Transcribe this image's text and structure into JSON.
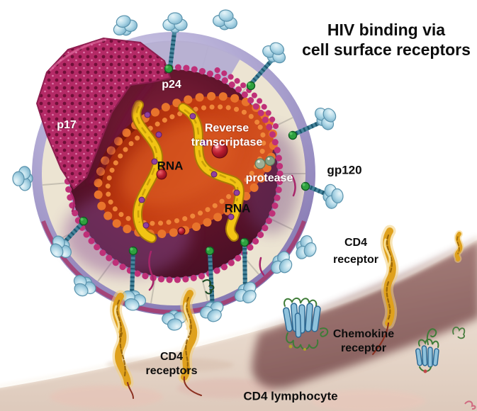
{
  "title": {
    "line1": "HIV binding via",
    "line2": "cell surface receptors"
  },
  "virus": {
    "labels": {
      "p24": "p24",
      "p17": "p17",
      "reverse_transcriptase": {
        "line1": "Reverse",
        "line2": "transcriptase"
      },
      "rna_upper": "RNA",
      "rna_lower": "RNA",
      "protease": "protease",
      "gp120": "gp120"
    }
  },
  "cell": {
    "labels": {
      "cd4_receptor": {
        "line1": "CD4",
        "line2": "receptor"
      },
      "cd4_receptors": {
        "line1": "CD4",
        "line2": "receptors"
      },
      "chemokine_receptor": {
        "line1": "Chemokine",
        "line2": "receptor"
      },
      "cd4_lymphocyte": "CD4 lymphocyte"
    }
  },
  "colors": {
    "background": "#ffffff",
    "envelope_lavender": "#a9a1cd",
    "matrix_magenta_p17": "#b42a66",
    "capsid_interior": "#5c1229",
    "core_red": "#c23a10",
    "rna_yellow": "#f2c414",
    "core_beads_orange": "#e8742c",
    "ring_beads_magenta": "#bf3078",
    "anchor_green": "#2fa13f",
    "spike_knob_blue": "#b2d9e8",
    "cd4_gold": "#dfa11d",
    "chemokine_blue": "#8fc2dc",
    "membrane_light": "#ece0d2",
    "membrane_dark": "#96686a",
    "label_dark": "#0d0d0d",
    "label_light": "#ffffff"
  }
}
